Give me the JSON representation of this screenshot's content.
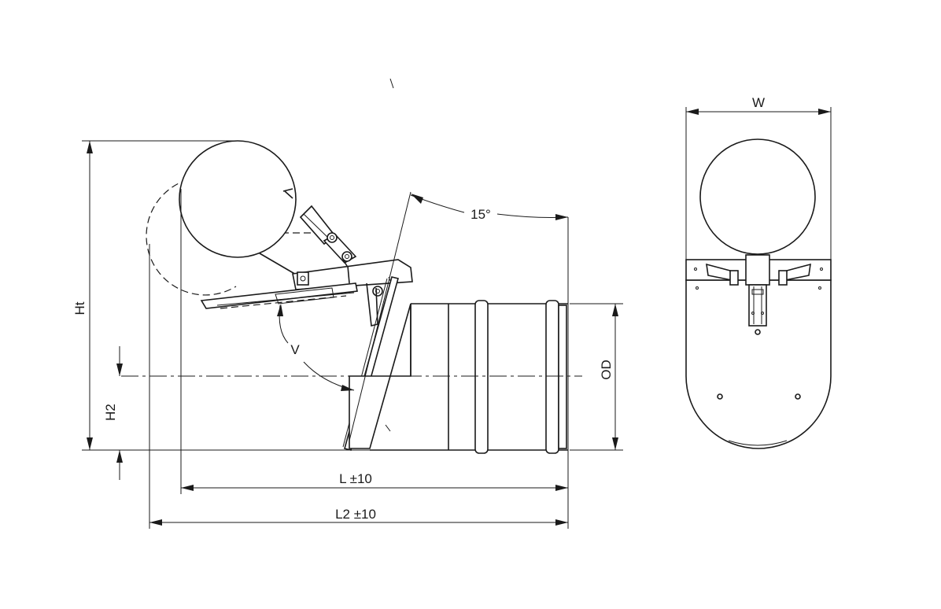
{
  "drawing": {
    "labels": {
      "height_total": "Ht",
      "height_2": "H2",
      "outer_diameter": "OD",
      "angle": "15°",
      "opening_angle": "V",
      "length": "L ±10",
      "length_2": "L2 ±10",
      "width": "W"
    },
    "colors": {
      "line": "#1a1a1a",
      "background": "#ffffff"
    }
  }
}
